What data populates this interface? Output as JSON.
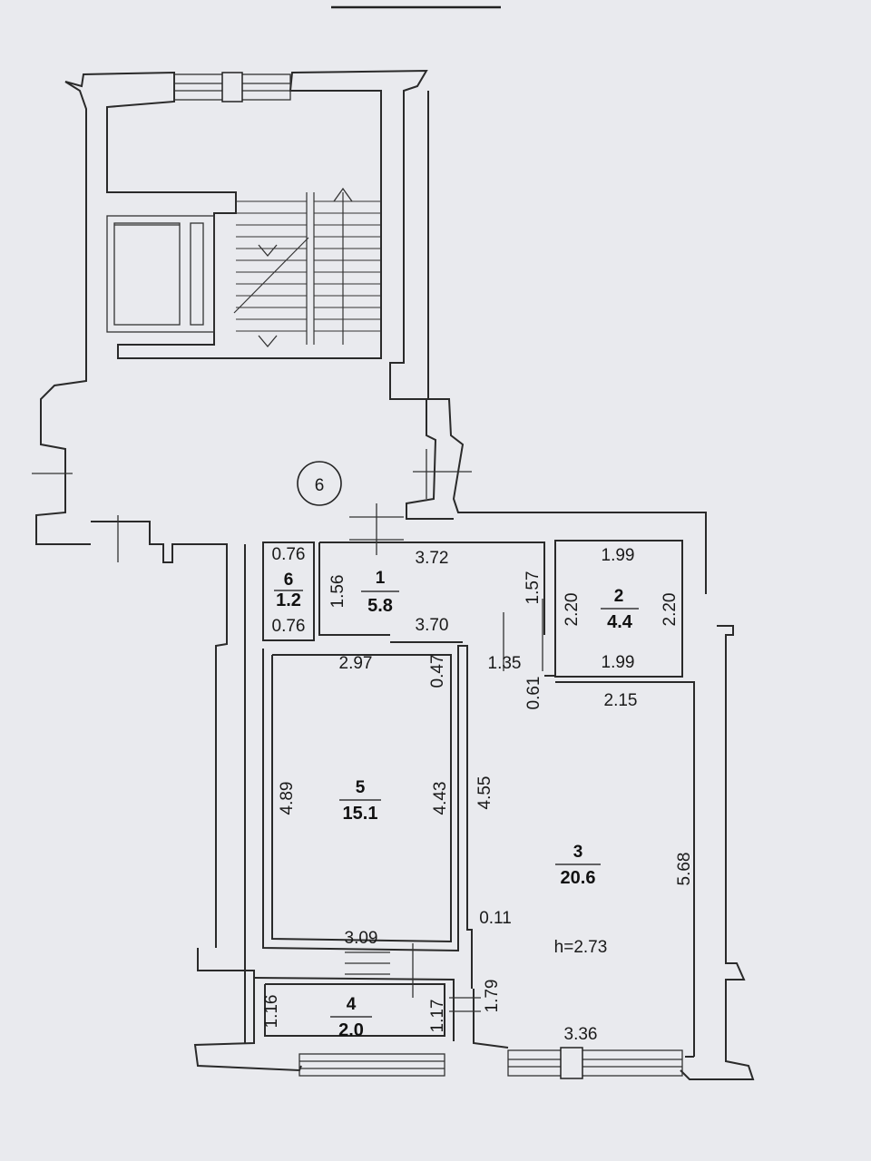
{
  "header": {
    "title": ""
  },
  "plan": {
    "ceiling_height": "h=2.73",
    "staircase_label": "6",
    "rooms": [
      {
        "id": "room-1",
        "number": "1",
        "area": "5.8"
      },
      {
        "id": "room-2",
        "number": "2",
        "area": "4.4"
      },
      {
        "id": "room-3",
        "number": "3",
        "area": "20.6"
      },
      {
        "id": "room-4",
        "number": "4",
        "area": "2.0"
      },
      {
        "id": "room-5",
        "number": "5",
        "area": "15.1"
      },
      {
        "id": "room-6",
        "number": "6",
        "area": "1.2"
      }
    ],
    "dimensions": {
      "r6_top": "0.76",
      "r6_bottom": "0.76",
      "r1_left": "1.56",
      "r1_top": "3.72",
      "r1_bottom": "3.70",
      "r1_right": "1.57",
      "r2_top": "1.99",
      "r2_bottom": "1.99",
      "r2_left": "2.20",
      "r2_right": "2.20",
      "r5_top": "2.97",
      "r5_left": "4.89",
      "r5_right": "4.43",
      "r5_bottom": "3.09",
      "door_047": "0.47",
      "hall_135": "1.35",
      "hall_061": "0.61",
      "r3_top": "2.15",
      "r3_left": "4.55",
      "r3_right": "5.68",
      "r3_wall": "0.11",
      "r3_low": "1.79",
      "r3_bottom": "3.36",
      "r4_left": "1.16",
      "r4_right": "1.17"
    }
  },
  "colors": {
    "paper": "#e9eaee",
    "ink": "#2a2a2a"
  }
}
